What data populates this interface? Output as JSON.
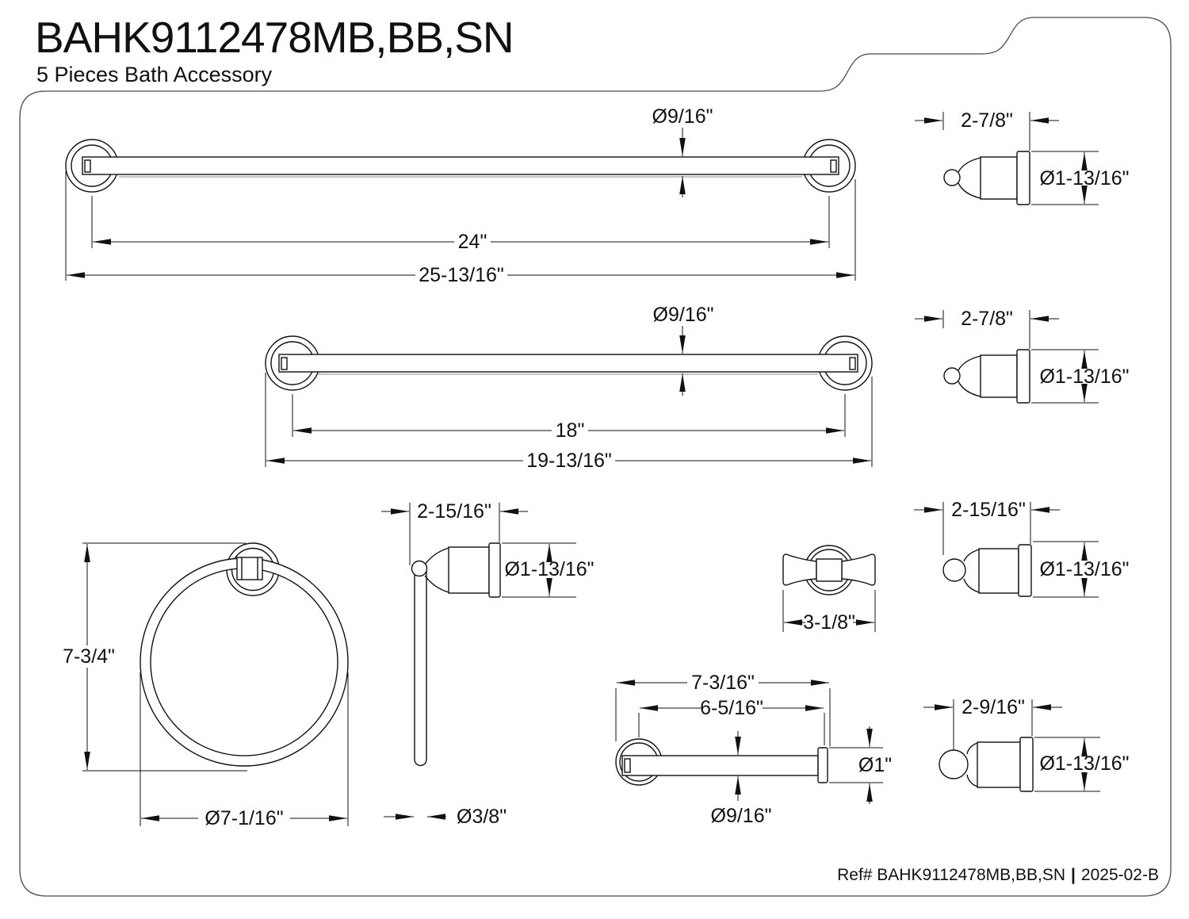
{
  "header": {
    "title": "BAHK9112478MB,BB,SN",
    "subtitle": "5 Pieces Bath Accessory"
  },
  "drawings": {
    "towel_bar_24": {
      "bar_diameter": "Ø9/16\"",
      "center_length": "24\"",
      "overall_width": "25-13/16\""
    },
    "towel_bar_24_side": {
      "depth": "2-7/8\"",
      "flange_diameter": "Ø1-13/16\""
    },
    "towel_bar_18": {
      "bar_diameter": "Ø9/16\"",
      "center_length": "18\"",
      "overall_width": "19-13/16\""
    },
    "towel_bar_18_side": {
      "depth": "2-7/8\"",
      "flange_diameter": "Ø1-13/16\""
    },
    "towel_ring": {
      "overall_height": "7-3/4\"",
      "ring_diameter": "Ø7-1/16\""
    },
    "towel_ring_side": {
      "depth": "2-15/16\"",
      "flange_diameter": "Ø1-13/16\"",
      "ring_thickness": "Ø3/8\""
    },
    "robe_hook": {
      "width": "3-1/8\""
    },
    "robe_hook_side": {
      "depth": "2-15/16\"",
      "flange_diameter": "Ø1-13/16\""
    },
    "toilet_paper_holder": {
      "overall_width": "7-3/16\"",
      "center_length": "6-5/16\"",
      "end_cap_diameter": "Ø1\"",
      "bar_diameter": "Ø9/16\""
    },
    "toilet_paper_holder_side": {
      "depth": "2-9/16\"",
      "flange_diameter": "Ø1-13/16\""
    }
  },
  "footer": {
    "ref": "Ref# BAHK9112478MB,BB,SN",
    "separator": "|",
    "revision": "2025-02-B"
  },
  "colors": {
    "ink": "#111111",
    "background": "#ffffff",
    "border_line": "#4a4a4a"
  }
}
